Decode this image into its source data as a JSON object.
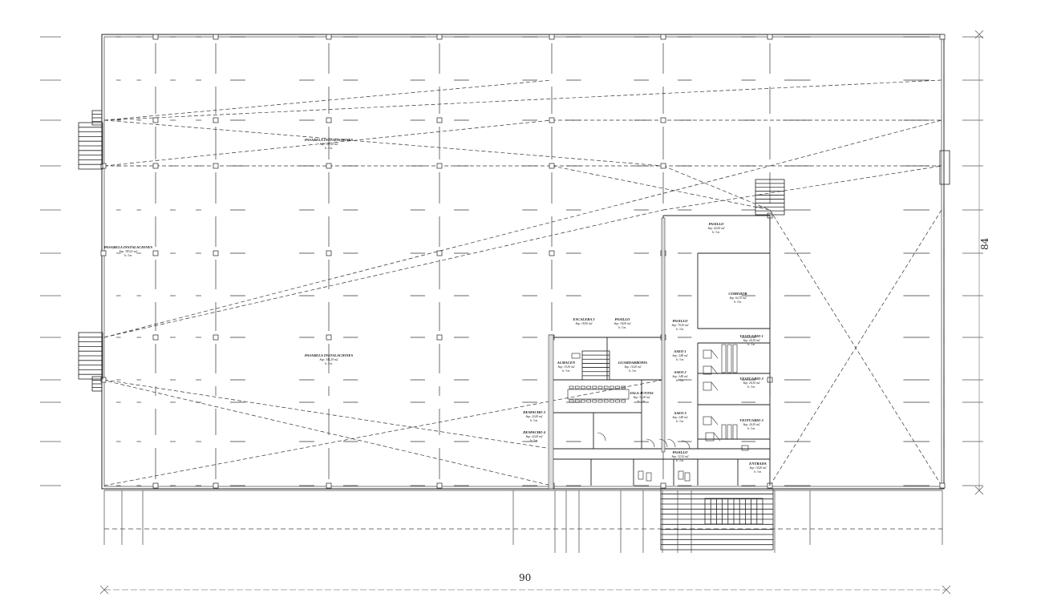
{
  "plan": {
    "dimensions": {
      "width": "90",
      "depth": "84"
    },
    "rooms": [
      {
        "id": "pasarela-top",
        "name": "PASARELA INSTALACIONES",
        "area": "Sup: 389,28 m2",
        "height": "h: 3 m."
      },
      {
        "id": "pasarela-left",
        "name": "PASARELA INSTALACIONES",
        "area": "Sup: 383,41 m2",
        "height": "h: 3 m."
      },
      {
        "id": "pasarela-mid",
        "name": "PASARELA INSTALACIONES",
        "area": "Sup: 341,29 m2",
        "height": "h: 3 m."
      },
      {
        "id": "pasillo-top",
        "name": "PASILLO",
        "area": "Sup: 42,00 m2",
        "height": "h: 3 m."
      },
      {
        "id": "comedor",
        "name": "COMEDOR",
        "area": "Sup: 62,70 m2",
        "height": "h: 3 m."
      },
      {
        "id": "pasillo-mid",
        "name": "PASILLO",
        "area": "Sup: 79,30 m2",
        "height": "h: 3 m."
      },
      {
        "id": "escalera",
        "name": "ESCALERA 2",
        "area": "Sup: 18,50 m2",
        "height": ""
      },
      {
        "id": "pasillo-esc",
        "name": "PASILLO",
        "area": "Sup: 18,00 m2",
        "height": "h: 3 m."
      },
      {
        "id": "almacen",
        "name": "ALMACEN",
        "area": "Sup: 10,30 m2",
        "height": "h: 3 m."
      },
      {
        "id": "guardarropia",
        "name": "GUARDARROPIA",
        "area": "Sup: 14,20 m2",
        "height": "h: 3 m."
      },
      {
        "id": "aseo1",
        "name": "ASEO 1",
        "area": "Sup: 2,80 m2",
        "height": "h: 3 m."
      },
      {
        "id": "aseo2",
        "name": "ASEO 2",
        "area": "Sup: 2,80 m2",
        "height": "h: 3 m."
      },
      {
        "id": "aseo3",
        "name": "ASEO 3",
        "area": "Sup: 2,80 m2",
        "height": "h: 3 m."
      },
      {
        "id": "vestuario1",
        "name": "VESTUARIO 1",
        "area": "Sup: 26,30 m2",
        "height": "h: 3 m."
      },
      {
        "id": "vestuario2",
        "name": "VESTUARIO 2",
        "area": "Sup: 26,30 m2",
        "height": "h: 3 m."
      },
      {
        "id": "vestuario3",
        "name": "VESTUARIO 3",
        "area": "Sup: 26,30 m2",
        "height": "h: 3 m."
      },
      {
        "id": "sala-juntas",
        "name": "SALA JUNTAS",
        "area": "Sup: 32,00 m2",
        "height": "h: 3 m."
      },
      {
        "id": "despacho3",
        "name": "DESPACHO 3",
        "area": "Sup: 22,00 m2",
        "height": "h: 3 m."
      },
      {
        "id": "despacho4",
        "name": "DESPACHO 4",
        "area": "Sup: 22,00 m2",
        "height": "h: 3 m."
      },
      {
        "id": "pasillo-bot",
        "name": "PASILLO",
        "area": "Sup: 32,10 m2",
        "height": "h: 3 m."
      },
      {
        "id": "entrada",
        "name": "ENTRADA",
        "area": "Sup: 14,00 m2",
        "height": "h: 3 m."
      }
    ]
  }
}
